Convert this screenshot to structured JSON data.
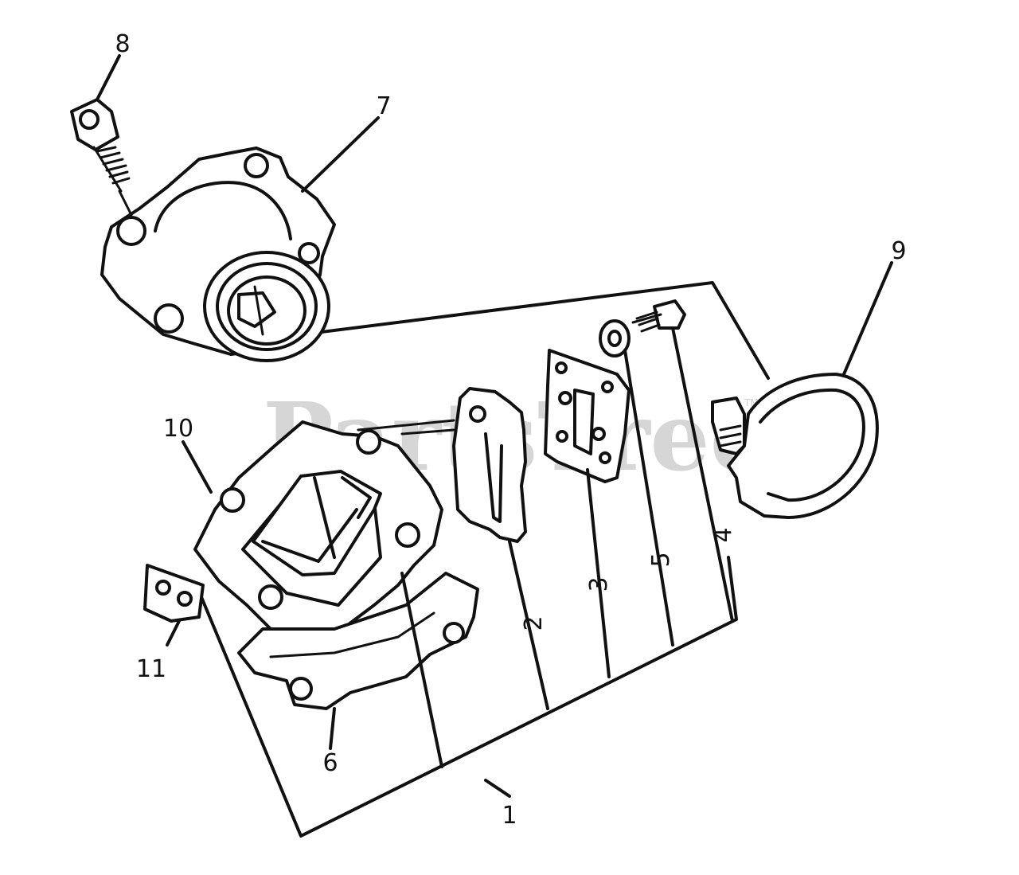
{
  "watermark": {
    "text": "PartsTree",
    "trademark": "TM"
  },
  "callouts": {
    "c1": "1",
    "c2": "2",
    "c3": "3",
    "c4": "4",
    "c5": "5",
    "c6": "6",
    "c7": "7",
    "c8": "8",
    "c9": "9",
    "c10": "10",
    "c11": "11"
  }
}
